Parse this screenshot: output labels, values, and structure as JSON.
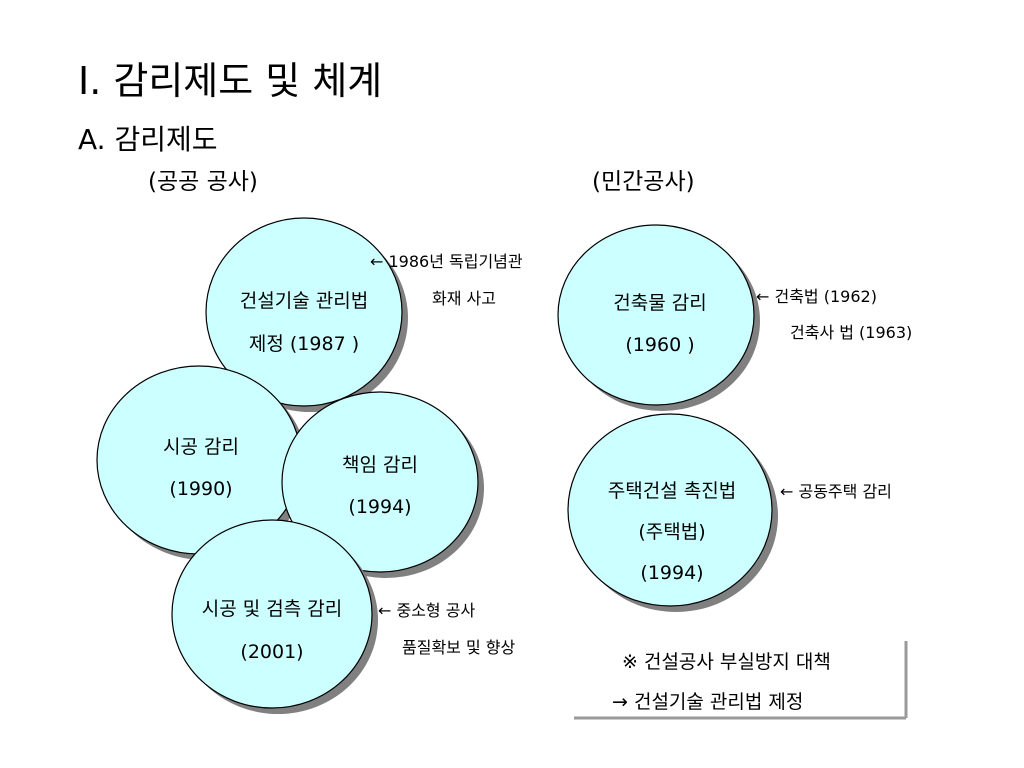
{
  "title": "I. 감리제도 및 체계",
  "subtitle": "A.  감리제도",
  "columns": {
    "public": "(공공 공사)",
    "private": "(민간공사)"
  },
  "circles": {
    "construction_tech_act": {
      "line1": "건설기술 관리법",
      "line2": "제정 (1987 )"
    },
    "construction_supervision": {
      "line1": "시공 감리",
      "line2": "(1990)"
    },
    "responsible_supervision": {
      "line1": "책임 감리",
      "line2": "(1994)"
    },
    "construction_inspection": {
      "line1": "시공 및 검측 감리",
      "line2": "(2001)"
    },
    "building_supervision": {
      "line1": "건축물 감리",
      "line2": "(1960 )"
    },
    "housing_act": {
      "line1": "주택건설 촉진법",
      "line2": "(주택법)",
      "line3": "(1994)"
    }
  },
  "notes": {
    "independence_hall": {
      "line1": "← 1986년 독립기념관",
      "line2": "화재 사고"
    },
    "building_act": {
      "line1": "←  건축법 (1962)",
      "line2": "건축사 법 (1963)"
    },
    "apartment": {
      "line1": "← 공동주택 감리"
    },
    "small_medium": {
      "line1": "← 중소형 공사",
      "line2": "품질확보 및 향상"
    }
  },
  "callout": {
    "line1": "※ 건설공사 부실방지 대책",
    "line2": "→  건설기술 관리법 제정"
  },
  "colors": {
    "circle_fill": "#ccffff",
    "circle_stroke": "#000000",
    "shadow": "#808080"
  }
}
